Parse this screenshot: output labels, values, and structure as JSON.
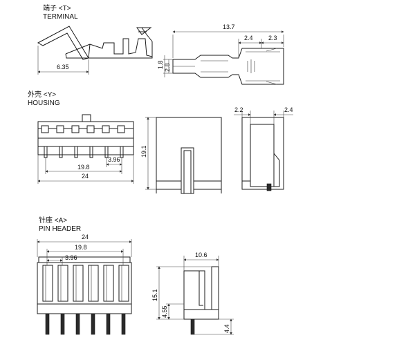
{
  "terminal": {
    "title_cn": "端子 <T>",
    "title_en": "TERMINAL",
    "dims": {
      "width_left": "6.35",
      "length": "13.7",
      "seg_a": "2.4",
      "seg_b": "2.3",
      "h1": "1.8",
      "h2": "2.8"
    }
  },
  "housing": {
    "title_cn": "外壳 <Y>",
    "title_en": "HOUSING",
    "dims": {
      "pitch": "3.96",
      "span": "19.8",
      "overall": "24",
      "height": "19.1",
      "side_a": "2.2",
      "side_b": "2.4"
    }
  },
  "pin_header": {
    "title_cn": "针座 <A>",
    "title_en": "PIN HEADER",
    "dims": {
      "overall": "24",
      "span": "19.8",
      "pitch": "3.96",
      "depth": "10.6",
      "height": "15.1",
      "pin_up": "4.55",
      "pin_down": "4.4"
    }
  }
}
